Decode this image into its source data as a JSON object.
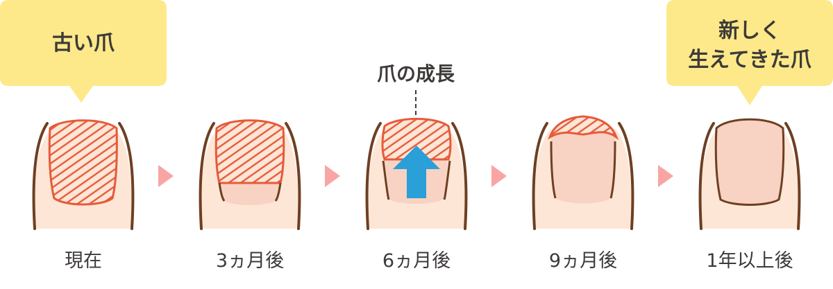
{
  "callouts": {
    "old_nail": [
      "古い爪"
    ],
    "new_nail": [
      "新しく",
      "生えてきた爪"
    ]
  },
  "growth_label": "爪の成長",
  "stages": [
    {
      "label": "現在",
      "old_nail_remaining": 1.0
    },
    {
      "label": "3ヵ月後",
      "old_nail_remaining": 0.7
    },
    {
      "label": "6ヵ月後",
      "old_nail_remaining": 0.45
    },
    {
      "label": "9ヵ月後",
      "old_nail_remaining": 0.15
    },
    {
      "label": "1年以上後",
      "old_nail_remaining": 0.0
    }
  ],
  "colors": {
    "callout_fill": "#fde98a",
    "skin": "#fde6d6",
    "nail_new": "#f8d2c2",
    "nail_old_outline": "#e65a3a",
    "finger_outline": "#6e3f22",
    "arrow_chevron": "#f8a5a3",
    "growth_arrow": "#2a9fd8",
    "text": "#3d3a39"
  }
}
